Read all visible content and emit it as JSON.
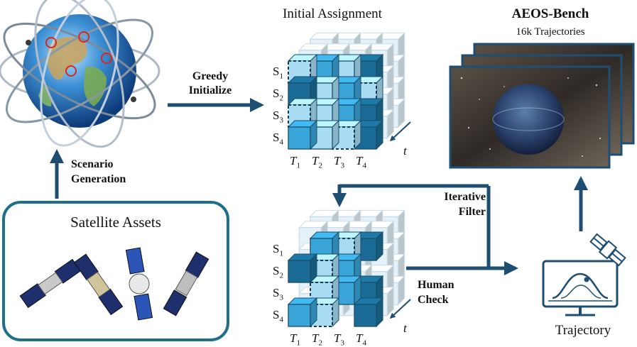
{
  "left": {
    "assets_title": "Satellite Assets",
    "scenario_generation": [
      "Scenario",
      "Generation"
    ],
    "greedy_initialize": [
      "Greedy",
      "Initialize"
    ]
  },
  "initial": {
    "title": "Initial Assignment",
    "rows": [
      "S1",
      "S2",
      "S3",
      "S4"
    ],
    "cols": [
      "T1",
      "T2",
      "T3",
      "T4"
    ],
    "time_axis": "t",
    "grid": [
      [
        "dashed-light",
        "mid",
        "light",
        "dark"
      ],
      [
        "dark",
        "light",
        "mid",
        "dashed-light"
      ],
      [
        "dashed-light",
        "light",
        "mid",
        "dark"
      ],
      [
        "mid",
        "light",
        "dashed-light",
        "dark"
      ]
    ]
  },
  "filtered": {
    "rows": [
      "S1",
      "S2",
      "S3",
      "S4"
    ],
    "cols": [
      "T1",
      "T2",
      "T3",
      "T4"
    ],
    "time_axis": "t",
    "grid": [
      [
        "none",
        "mid",
        "dashed-light",
        "dark"
      ],
      [
        "dark",
        "dashed-light",
        "mid",
        "none"
      ],
      [
        "none",
        "dashed-light",
        "mid",
        "dark"
      ],
      [
        "mid",
        "dashed-light",
        "none",
        "dark"
      ]
    ]
  },
  "middle": {
    "iterative_filter": [
      "Iterative",
      "Filter"
    ],
    "human_check": [
      "Human",
      "Check"
    ]
  },
  "bench": {
    "title": "AEOS-Bench",
    "subtitle": "16k Trajectories",
    "trajectory": "Trajectory"
  },
  "colors": {
    "arrow": "#1f4e73",
    "frame": "#1f6e8c",
    "dark": "#1a6c96",
    "mid": "#3aa5d8",
    "light": "#a8dcf3",
    "ghost": "#e4f1f8"
  }
}
